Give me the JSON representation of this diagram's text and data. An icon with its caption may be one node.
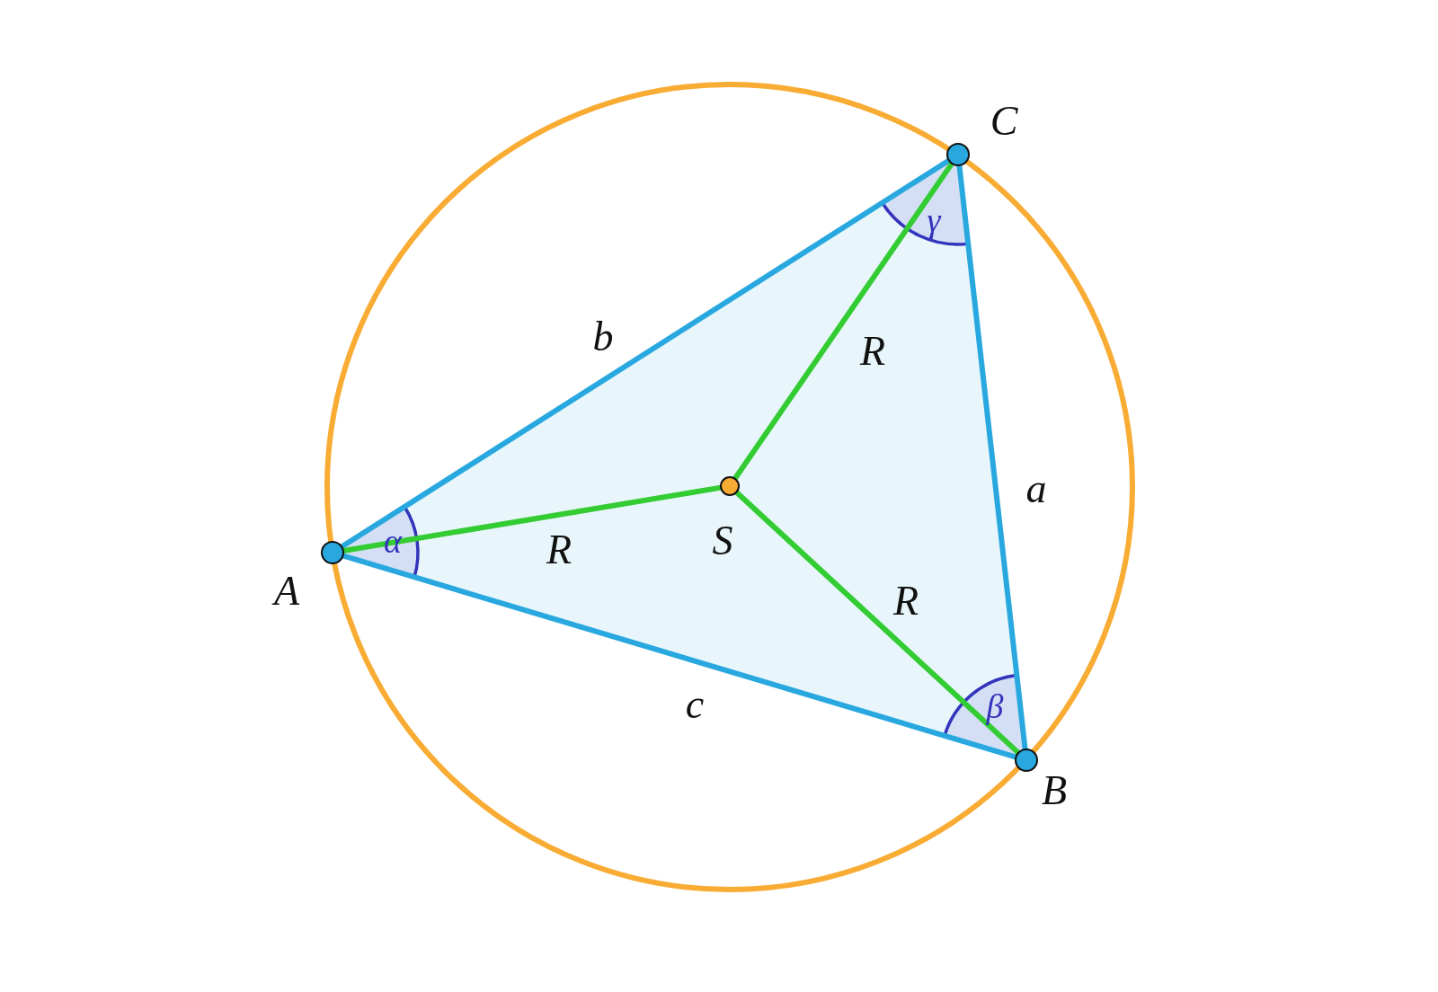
{
  "diagram": {
    "nodes": [
      {
        "text": [],
        "shape": "circle",
        "beside": [
          "A"
        ]
      },
      {
        "text": [],
        "shape": "circle",
        "beside": [
          "B"
        ]
      },
      {
        "text": [],
        "shape": "circle",
        "beside": [
          "C"
        ]
      },
      {
        "text": [],
        "shape": "circle",
        "beside": [
          "S"
        ]
      }
    ],
    "edges": [
      {
        "from": 0,
        "to": 2,
        "arrow": "none",
        "label": "b",
        "color": "#29a8e0"
      },
      {
        "from": 2,
        "to": 1,
        "arrow": "none",
        "label": "a",
        "color": "#29a8e0"
      },
      {
        "from": 0,
        "to": 1,
        "arrow": "none",
        "label": "c",
        "color": "#29a8e0"
      },
      {
        "from": 0,
        "to": 3,
        "arrow": "none",
        "label": "R",
        "color": "#33cc33"
      },
      {
        "from": 2,
        "to": 3,
        "arrow": "none",
        "label": "R",
        "color": "#33cc33"
      },
      {
        "from": 3,
        "to": 1,
        "arrow": "none",
        "label": "R",
        "color": "#33cc33"
      }
    ],
    "labels": [
      "α",
      "β",
      "γ"
    ]
  }
}
